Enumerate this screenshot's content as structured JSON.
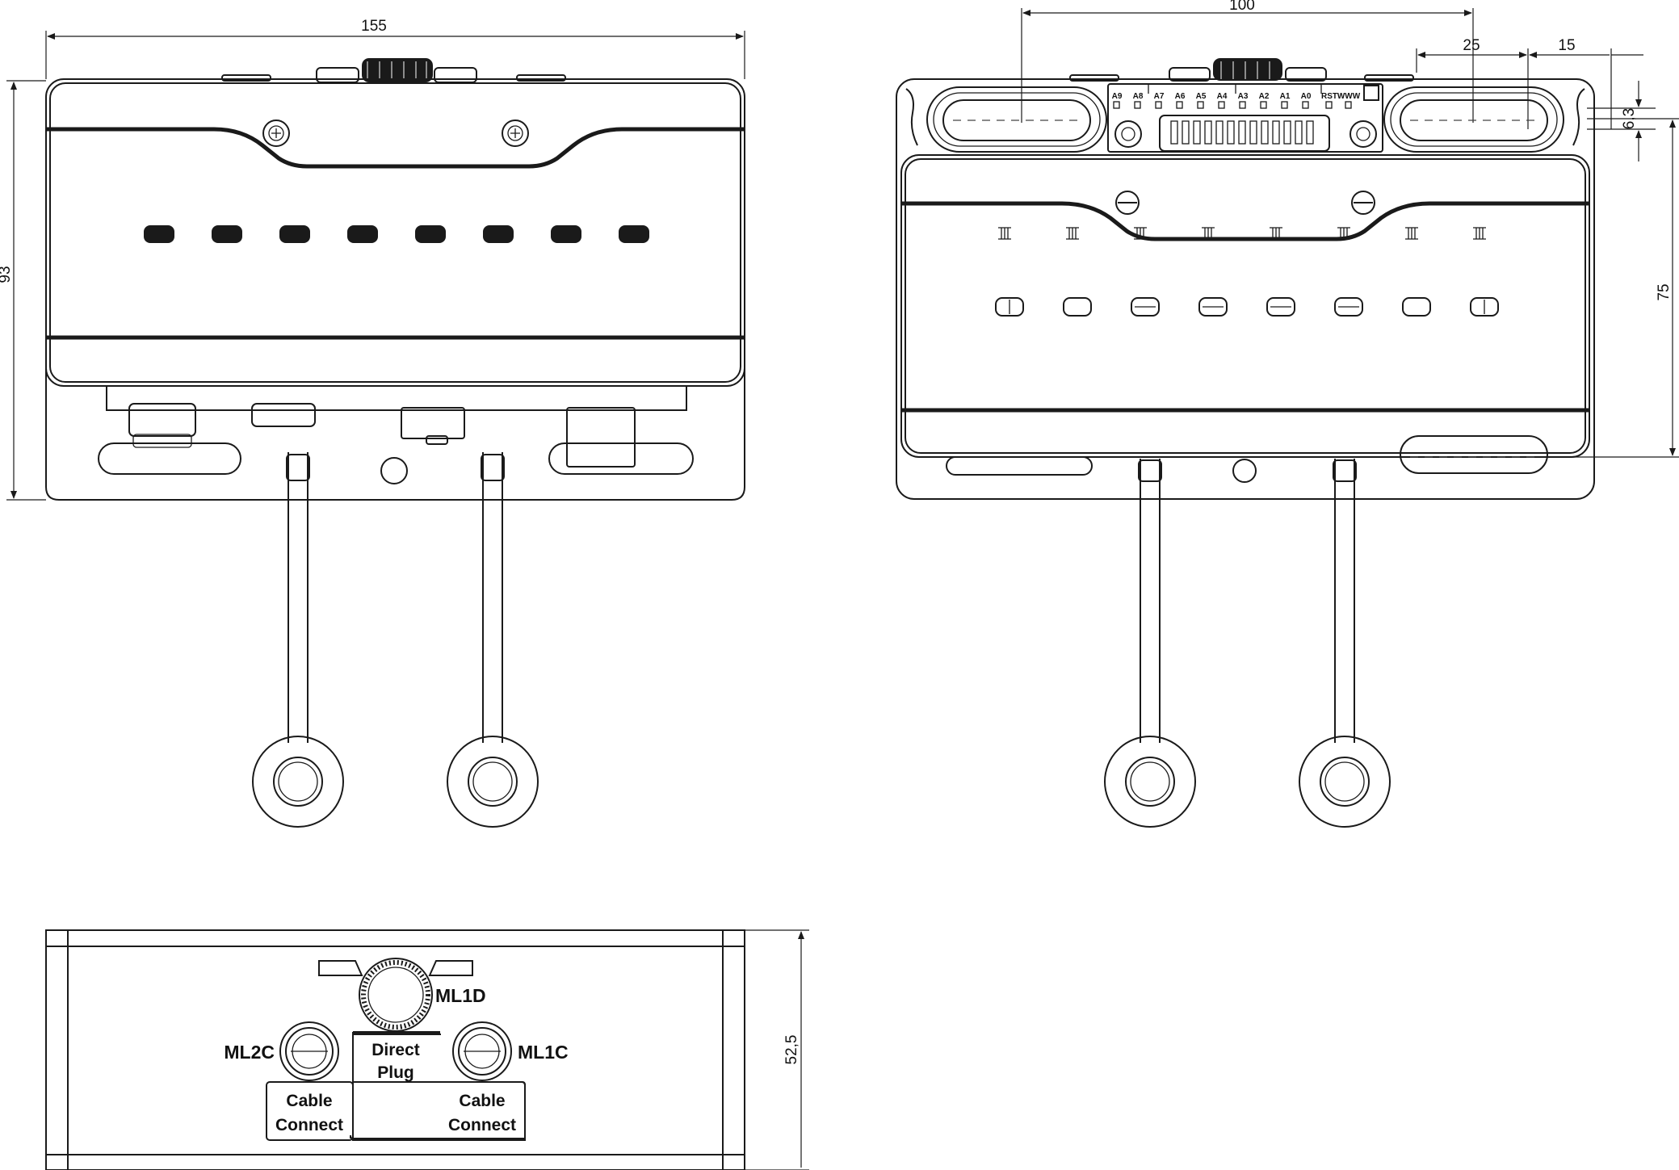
{
  "dimensions": {
    "front_width": "155",
    "front_height": "93",
    "rear_pitch": "100",
    "rear_slot_a": "25",
    "rear_slot_b": "15",
    "rear_slot_height": "6,3",
    "rear_height": "75",
    "side_height": "52,5"
  },
  "address_switches": [
    "A9",
    "A8",
    "A7",
    "A6",
    "A5",
    "A4",
    "A3",
    "A2",
    "A1",
    "A0",
    "RST",
    "WWW"
  ],
  "ports": {
    "direct": "ML1D",
    "cable_left": "ML2C",
    "cable_right": "ML1C"
  },
  "boxes": {
    "direct_line1": "Direct",
    "direct_line2": "Plug",
    "cable_left_line1": "Cable",
    "cable_left_line2": "Connect",
    "cable_right_line1": "Cable",
    "cable_right_line2": "Connect"
  },
  "colors": {
    "line": "#1a1a1a",
    "background": "#ffffff"
  }
}
